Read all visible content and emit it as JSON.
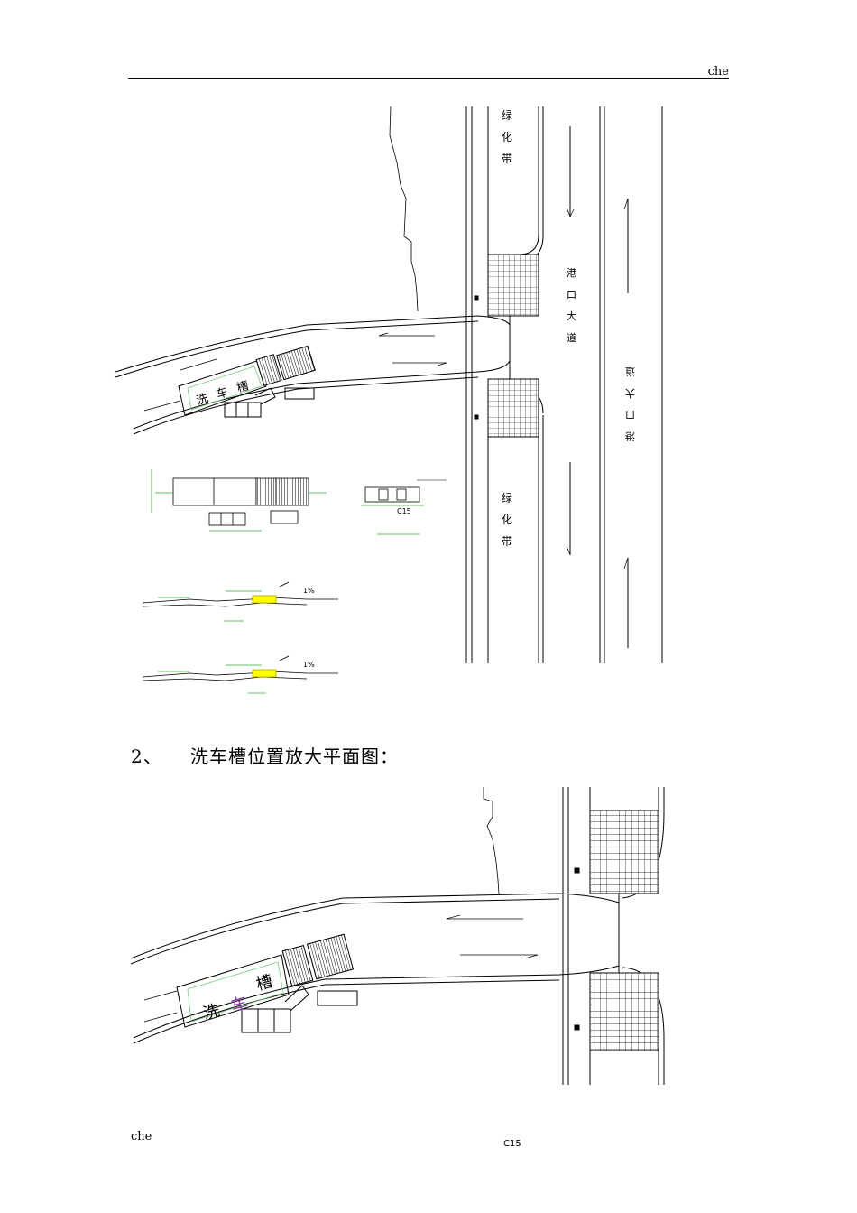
{
  "header": {
    "text": "che"
  },
  "drawing1": {
    "greenbelt_top": [
      "绿",
      "化",
      "带"
    ],
    "greenbelt_bottom": [
      "绿",
      "化",
      "带"
    ],
    "road_name": [
      "港",
      "口",
      "大",
      "道"
    ],
    "road_name_rev": [
      "港",
      "口",
      "大",
      "道"
    ],
    "wash_label": [
      "洗",
      "车",
      "槽"
    ],
    "detail_c15": "C15",
    "slope": "1%"
  },
  "drawing2": {
    "wash_label": [
      "洗",
      "车",
      "槽"
    ]
  },
  "caption": {
    "number": "2、",
    "text": "洗车槽位置放大平面图："
  },
  "footer": {
    "left": "che",
    "center": "C15"
  }
}
